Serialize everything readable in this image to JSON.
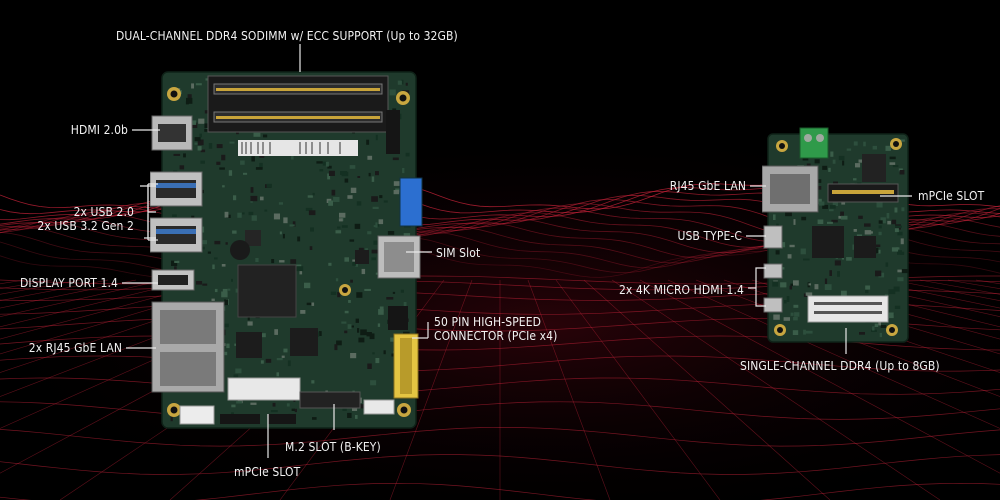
{
  "colors": {
    "background": "#000000",
    "wave": "#d0243c",
    "pcb": "#1f3a2c",
    "label": "#f2f2f2",
    "leader": "#e8e8e8"
  },
  "main_board": {
    "labels": {
      "dual_ddr4": "DUAL-CHANNEL DDR4 SODIMM w/ ECC SUPPORT (Up to 32GB)",
      "hdmi": "HDMI 2.0b",
      "usb_line1": "2x USB 2.0",
      "usb_line2": "2x USB 3.2 Gen 2",
      "display_port": "DISPLAY PORT 1.4",
      "rj45": "2x RJ45 GbE LAN",
      "sim": "SIM Slot",
      "hs_connector_line1": "50 PIN HIGH-SPEED",
      "hs_connector_line2": "CONNECTOR (PCIe x4)",
      "m2": "M.2 SLOT (B-KEY)",
      "mpcie": "mPCIe SLOT"
    }
  },
  "small_board": {
    "labels": {
      "rj45": "RJ45 GbE LAN",
      "mpcie": "mPCIe SLOT",
      "usb_c": "USB TYPE-C",
      "micro_hdmi": "2x 4K MICRO HDMI 1.4",
      "single_ddr4": "SINGLE-CHANNEL DDR4 (Up to 8GB)"
    }
  }
}
